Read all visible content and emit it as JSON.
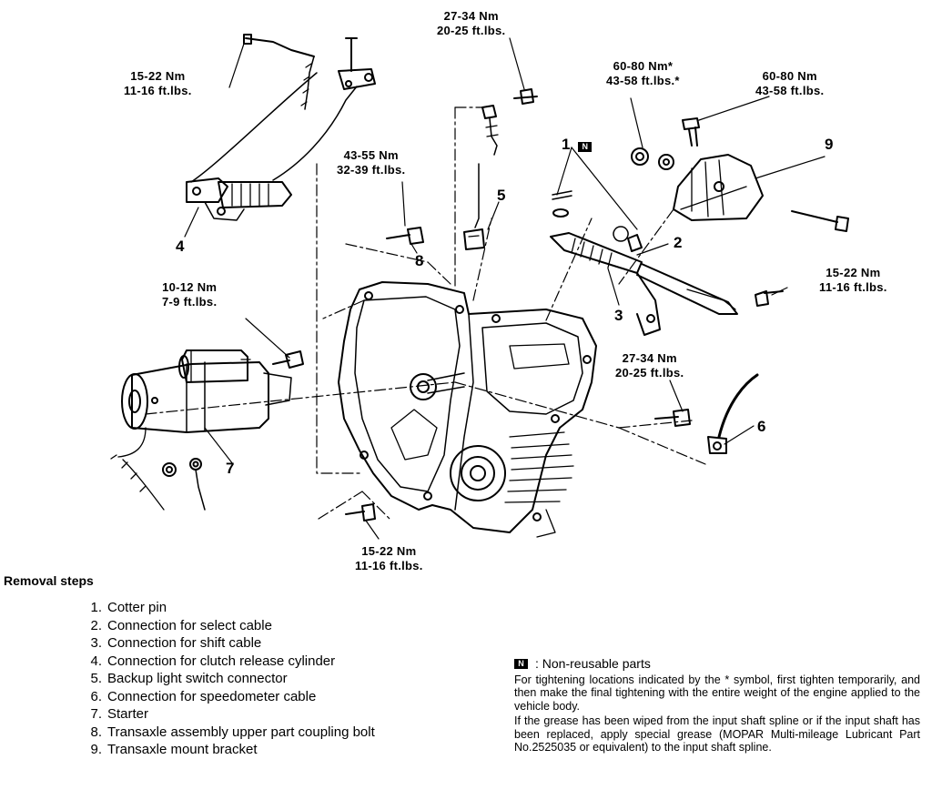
{
  "torque_specs": {
    "t1": [
      "15-22 Nm",
      "11-16 ft.lbs."
    ],
    "t2": [
      "27-34 Nm",
      "20-25 ft.lbs."
    ],
    "t3": [
      "60-80 Nm*",
      "43-58 ft.lbs.*"
    ],
    "t4": [
      "60-80 Nm",
      "43-58 ft.lbs."
    ],
    "t5": [
      "43-55 Nm",
      "32-39 ft.lbs."
    ],
    "t6": [
      "10-12 Nm",
      "7-9 ft.lbs."
    ],
    "t7": [
      "15-22 Nm",
      "11-16 ft.lbs."
    ],
    "t8": [
      "27-34 Nm",
      "20-25 ft.lbs."
    ],
    "t9": [
      "15-22 Nm",
      "11-16 ft.lbs."
    ]
  },
  "callouts": {
    "c1": "1",
    "c1_badge": "N",
    "c2": "2",
    "c3": "3",
    "c4": "4",
    "c5": "5",
    "c6": "6",
    "c7": "7",
    "c8": "8",
    "c9": "9"
  },
  "removal": {
    "title": "Removal steps",
    "steps": [
      {
        "num": "1.",
        "text": "Cotter pin"
      },
      {
        "num": "2.",
        "text": "Connection for select cable"
      },
      {
        "num": "3.",
        "text": "Connection for shift cable"
      },
      {
        "num": "4.",
        "text": "Connection for clutch release cylinder"
      },
      {
        "num": "5.",
        "text": "Backup light switch connector"
      },
      {
        "num": "6.",
        "text": "Connection for speedometer cable"
      },
      {
        "num": "7.",
        "text": "Starter"
      },
      {
        "num": "8.",
        "text": "Transaxle assembly upper part coupling bolt"
      },
      {
        "num": "9.",
        "text": "Transaxle mount bracket"
      }
    ]
  },
  "notes": {
    "badge": "N",
    "legend": ": Non-reusable parts",
    "note1": "For tightening locations indicated by the * symbol, first tighten temporarily, and then make the final tightening with the entire weight of the engine applied to the vehicle body.",
    "note2": "If the grease has been wiped from the input shaft spline or if the input shaft has been replaced, apply special grease (MOPAR Multi-mileage Lubricant Part No.2525035 or equivalent) to the input shaft spline."
  }
}
